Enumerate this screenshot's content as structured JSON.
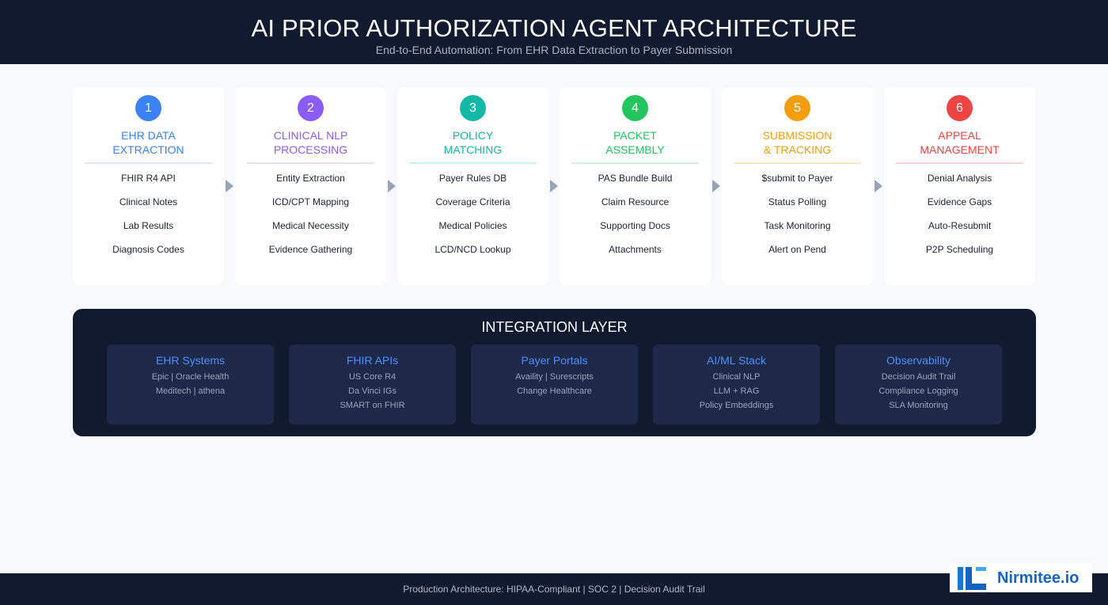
{
  "header": {
    "title": "AI PRIOR AUTHORIZATION AGENT ARCHITECTURE",
    "subtitle": "End-to-End Automation: From EHR Data Extraction to Payer Submission"
  },
  "stages": [
    {
      "number": "1",
      "title_line1": "EHR DATA",
      "title_line2": "EXTRACTION",
      "color": "#3b82f6",
      "divider": "#dbe7fb",
      "items": [
        "FHIR R4 API",
        "Clinical Notes",
        "Lab Results",
        "Diagnosis Codes"
      ]
    },
    {
      "number": "2",
      "title_line1": "CLINICAL NLP",
      "title_line2": "PROCESSING",
      "color": "#8b5cf6",
      "divider": "#e6ddfb",
      "items": [
        "Entity Extraction",
        "ICD/CPT Mapping",
        "Medical Necessity",
        "Evidence Gathering"
      ]
    },
    {
      "number": "3",
      "title_line1": "POLICY",
      "title_line2": "MATCHING",
      "color": "#14b8a6",
      "divider": "#cdf1ec",
      "items": [
        "Payer Rules DB",
        "Coverage Criteria",
        "Medical Policies",
        "LCD/NCD Lookup"
      ]
    },
    {
      "number": "4",
      "title_line1": "PACKET",
      "title_line2": "ASSEMBLY",
      "color": "#22c55e",
      "divider": "#d3f3df",
      "items": [
        "PAS Bundle Build",
        "Claim Resource",
        "Supporting Docs",
        "Attachments"
      ]
    },
    {
      "number": "5",
      "title_line1": "SUBMISSION",
      "title_line2": "& TRACKING",
      "color": "#f59e0b",
      "divider": "#fbe6c6",
      "items": [
        "$submit to Payer",
        "Status Polling",
        "Task Monitoring",
        "Alert on Pend"
      ]
    },
    {
      "number": "6",
      "title_line1": "APPEAL",
      "title_line2": "MANAGEMENT",
      "color": "#ef4444",
      "divider": "#fbd6d6",
      "items": [
        "Denial Analysis",
        "Evidence Gaps",
        "Auto-Resubmit",
        "P2P Scheduling"
      ]
    }
  ],
  "integration": {
    "title": "INTEGRATION LAYER",
    "boxes": [
      {
        "title": "EHR Systems",
        "lines": [
          "Epic | Oracle Health",
          "Meditech | athena"
        ]
      },
      {
        "title": "FHIR APIs",
        "lines": [
          "US Core R4",
          "Da Vinci IGs",
          "SMART on FHIR"
        ]
      },
      {
        "title": "Payer Portals",
        "lines": [
          "Availity | Surescripts",
          "Change Healthcare"
        ]
      },
      {
        "title": "AI/ML Stack",
        "lines": [
          "Clinical NLP",
          "LLM + RAG",
          "Policy Embeddings"
        ]
      },
      {
        "title": "Observability",
        "lines": [
          "Decision Audit Trail",
          "Compliance Logging",
          "SLA Monitoring"
        ]
      }
    ]
  },
  "footer": {
    "text": "Production Architecture: HIPAA-Compliant | SOC 2 | Decision Audit Trail"
  },
  "logo": {
    "name": "Nirmitee.io",
    "icon": "nirmitee-logo-icon"
  }
}
